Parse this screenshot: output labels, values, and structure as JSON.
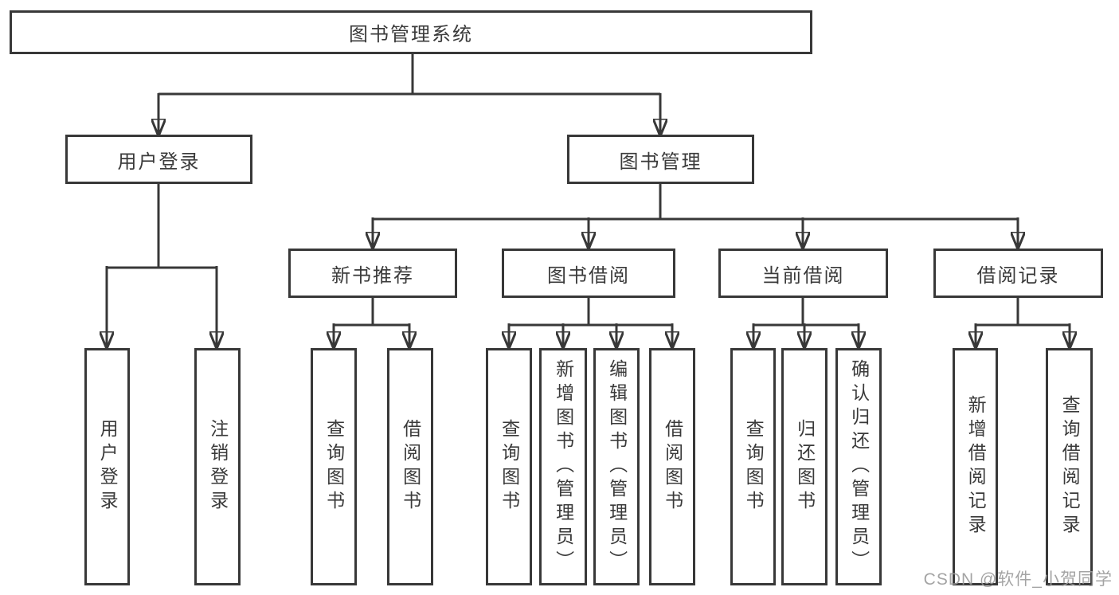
{
  "diagram": {
    "root": {
      "label": "图书管理系统"
    },
    "branches": [
      {
        "label": "用户登录",
        "children": [
          {
            "label": "用户登录"
          },
          {
            "label": "注销登录"
          }
        ]
      },
      {
        "label": "图书管理",
        "children": [
          {
            "label": "新书推荐",
            "children": [
              {
                "label": "查询图书"
              },
              {
                "label": "借阅图书"
              }
            ]
          },
          {
            "label": "图书借阅",
            "children": [
              {
                "label": "查询图书"
              },
              {
                "label": "新增图书（管理员）"
              },
              {
                "label": "编辑图书（管理员）"
              },
              {
                "label": "借阅图书"
              }
            ]
          },
          {
            "label": "当前借阅",
            "children": [
              {
                "label": "查询图书"
              },
              {
                "label": "归还图书"
              },
              {
                "label": "确认归还（管理员）"
              }
            ]
          },
          {
            "label": "借阅记录",
            "children": [
              {
                "label": "新增借阅记录"
              },
              {
                "label": "查询借阅记录"
              }
            ]
          }
        ]
      }
    ]
  },
  "watermark": {
    "text": "CSDN @软件_小贺同学"
  },
  "colors": {
    "line": "#383838",
    "text": "#3a3a3a",
    "watermark": "#9b9b9b",
    "background": "#ffffff"
  }
}
